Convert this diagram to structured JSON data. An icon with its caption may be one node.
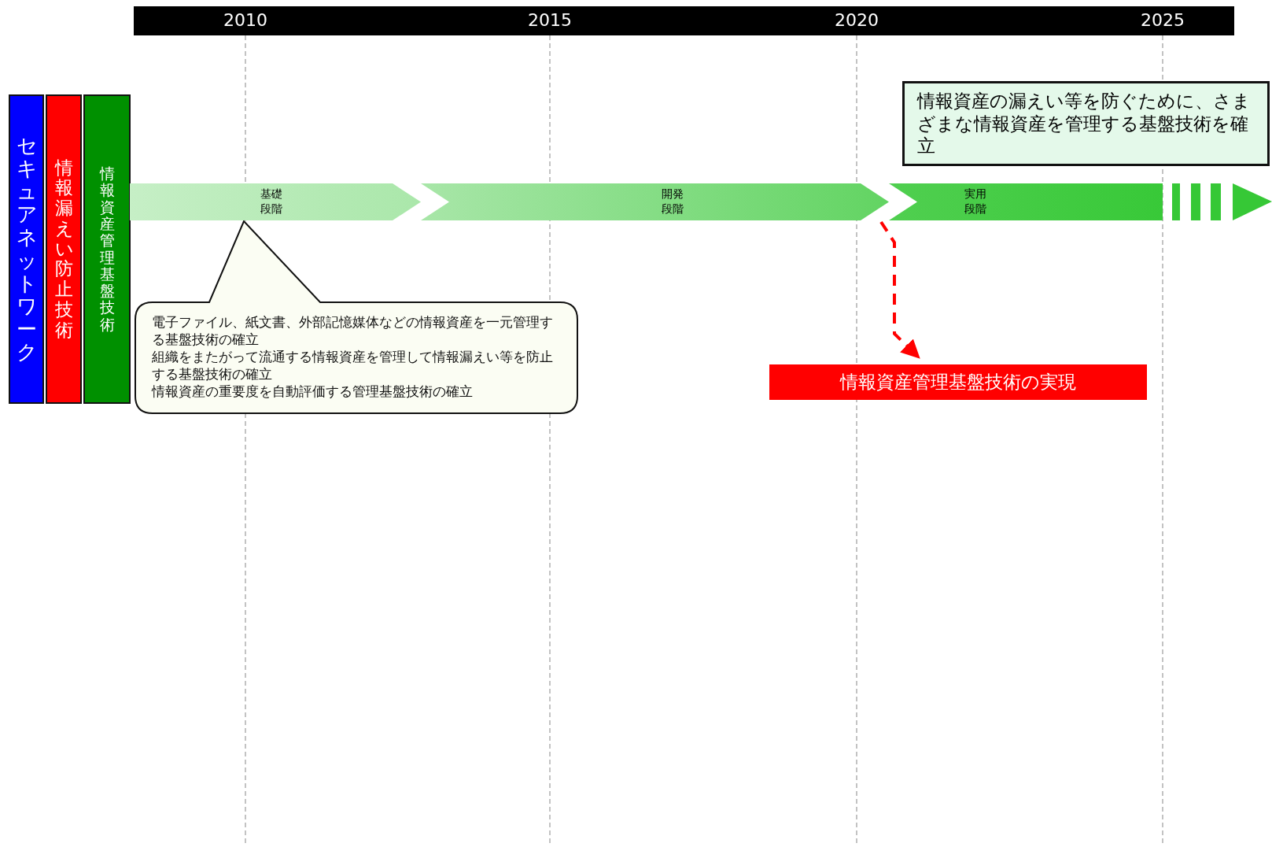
{
  "diagram": {
    "nodes": [
      {
        "text": [
          "セキュアネットワーク"
        ]
      },
      {
        "text": [
          "情報漏えい防止技術"
        ]
      },
      {
        "text": [
          "情報資産管理基盤技術"
        ]
      },
      {
        "text": [
          "情報資産の漏えい等を防ぐために、さまざまな情報資産を管理する基盤技術を確立"
        ]
      },
      {
        "text": [
          "基礎段階"
        ]
      },
      {
        "text": [
          "開発段階"
        ]
      },
      {
        "text": [
          "実用段階"
        ]
      },
      {
        "text": [
          "電子ファイル、紙文書、外部記憶媒体などの情報資産を一元管理する基盤技術の確立",
          "組織をまたがって流通する情報資産を管理して情報漏えい等を防止する基盤技術の確立",
          "情報資産の重要度を自動評価する管理基盤技術の確立"
        ]
      },
      {
        "text": [
          "情報資産管理基盤技術の実現"
        ]
      }
    ],
    "edges": [
      {
        "from": 6,
        "to": 8,
        "arrow": "to",
        "style": "dashed",
        "color": "#ff0000"
      }
    ],
    "labels": [
      "2010",
      "2015",
      "2020",
      "2025"
    ]
  }
}
